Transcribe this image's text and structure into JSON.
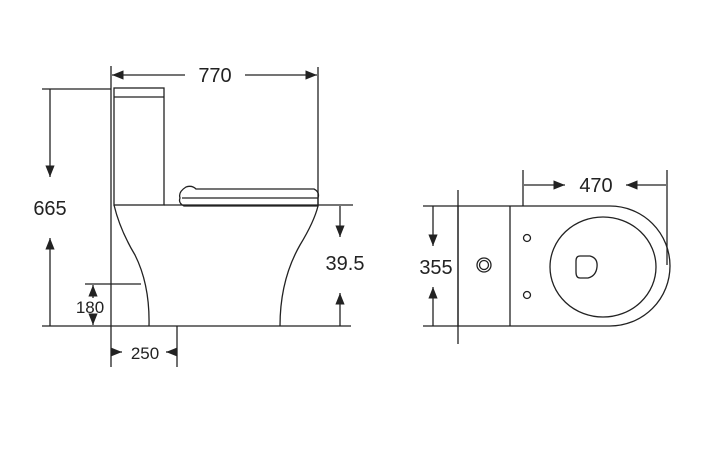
{
  "drawing": {
    "side_view": {
      "overall_length": "770",
      "overall_height": "665",
      "seat_height": "39.5",
      "outlet_height": "180",
      "rough_in": "250"
    },
    "top_view": {
      "bowl_length": "470",
      "width": "355"
    },
    "colors": {
      "line": "#222222",
      "background": "#ffffff"
    }
  }
}
